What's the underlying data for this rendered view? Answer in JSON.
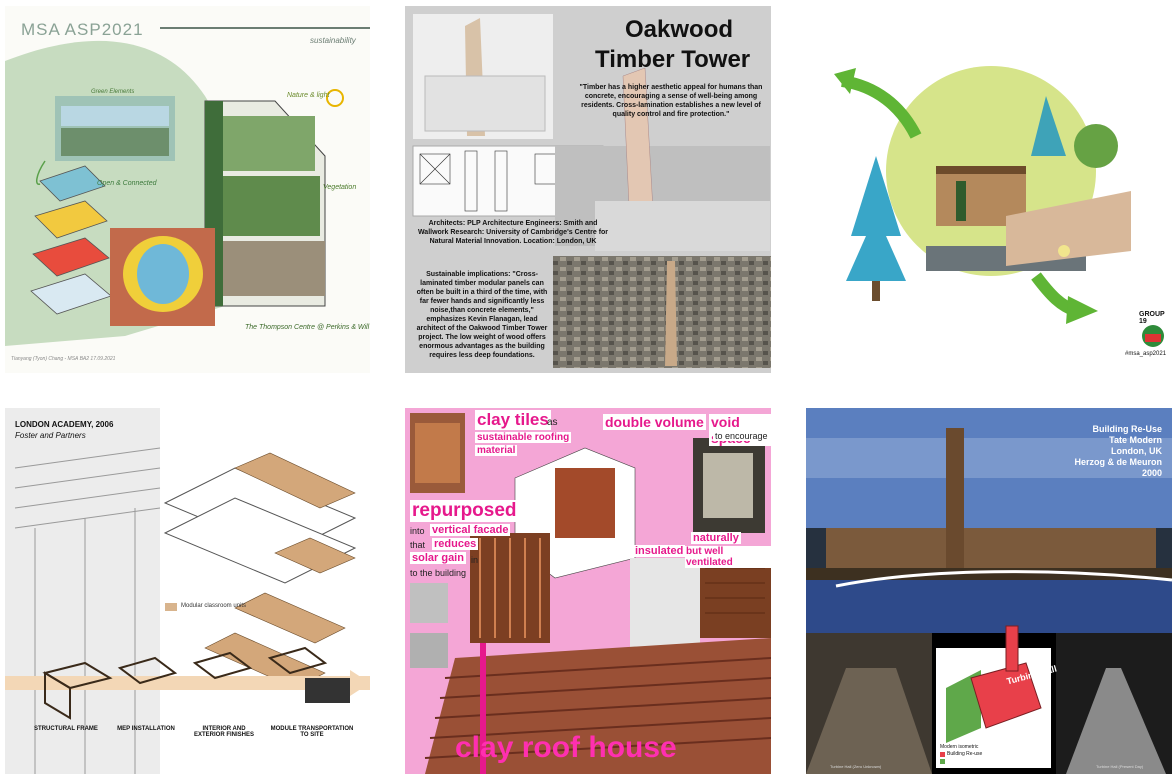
{
  "grid": {
    "post1": {
      "title": "MSA ASP2021",
      "tag": "sustainability",
      "note_green": "Green Elements",
      "note_nature": "Nature & light",
      "note_open": "Open & Connected",
      "note_veg": "Vegetation",
      "caption": "The Thompson Centre @ Perkins & Will",
      "footer": "Tianyang (Tyon) Chang - MSA BA2 17.09.2021"
    },
    "post2": {
      "title_line1": "Oakwood",
      "title_line2": "Timber Tower",
      "quote": "\"Timber has a higher aesthetic appeal for humans than concrete, encouraging a sense of well-being among residents. Cross-lamination establishes a new level of quality control and fire protection.\"",
      "credits": "Architects: PLP Architecture Engineers: Smith and Wallwork Research: University of Cambridge's Centre for Natural Material Innovation. Location: London, UK",
      "implications": "Sustainable implications: \"Cross-laminated timber modular panels can often be built in a third of the time, with far fewer hands and significantly less noise,than concrete elements,\" emphasizes Kevin Flanagan, lead architect of the Oakwood Timber Tower project. The low weight of wood offers enormous advantages as the building requires less deep foundations."
    },
    "post3": {
      "group": "GROUP 19",
      "hashtag": "#msa_asp2021"
    },
    "post4": {
      "title": "LONDON ACADEMY, 2006",
      "subtitle": "Foster and Partners",
      "legend": "Modular classroom units",
      "steps": [
        "STRUCTURAL FRAME",
        "MEP INSTALLATION",
        "INTERIOR AND EXTERIOR FINISHES",
        "MODULE TRANSPORTATION TO SITE"
      ]
    },
    "post5": {
      "clay_tiles": "clay tiles",
      "as": "as",
      "sustainable": "sustainable roofing",
      "material": "material",
      "double_volume": "double volume",
      "void_space": "void space",
      "to_encourage": "to encourage",
      "repurposed": "repurposed",
      "into": "into",
      "vertical_facade": "vertical facade",
      "that": "that",
      "reduces": "reduces",
      "solar_gain": "solar gain",
      "in": "in",
      "to_building": "to the building",
      "naturally": "naturally",
      "insulated": "insulated",
      "but_well": "but well ventilated",
      "clay_roof": "clay roof house"
    },
    "post6": {
      "line1": "Building Re-Use",
      "line2": "Tate Modern",
      "line3": "London, UK",
      "line4": "Herzog & de Meuron",
      "line5": "2000",
      "turbine": "Turbine Hall",
      "iso_title": "Modern isometric",
      "iso_legend": "Building Re-use",
      "cap_left": "Turbine Hall (Zero Unknown)",
      "cap_right": "Turbine Hall (Present Day)"
    }
  },
  "colors": {
    "magenta": "#e6198c",
    "pink": "#f4a6d6",
    "sage": "#c7dcc0",
    "yellowgreen": "#d6e48a",
    "arrowgreen": "#5fb535"
  }
}
